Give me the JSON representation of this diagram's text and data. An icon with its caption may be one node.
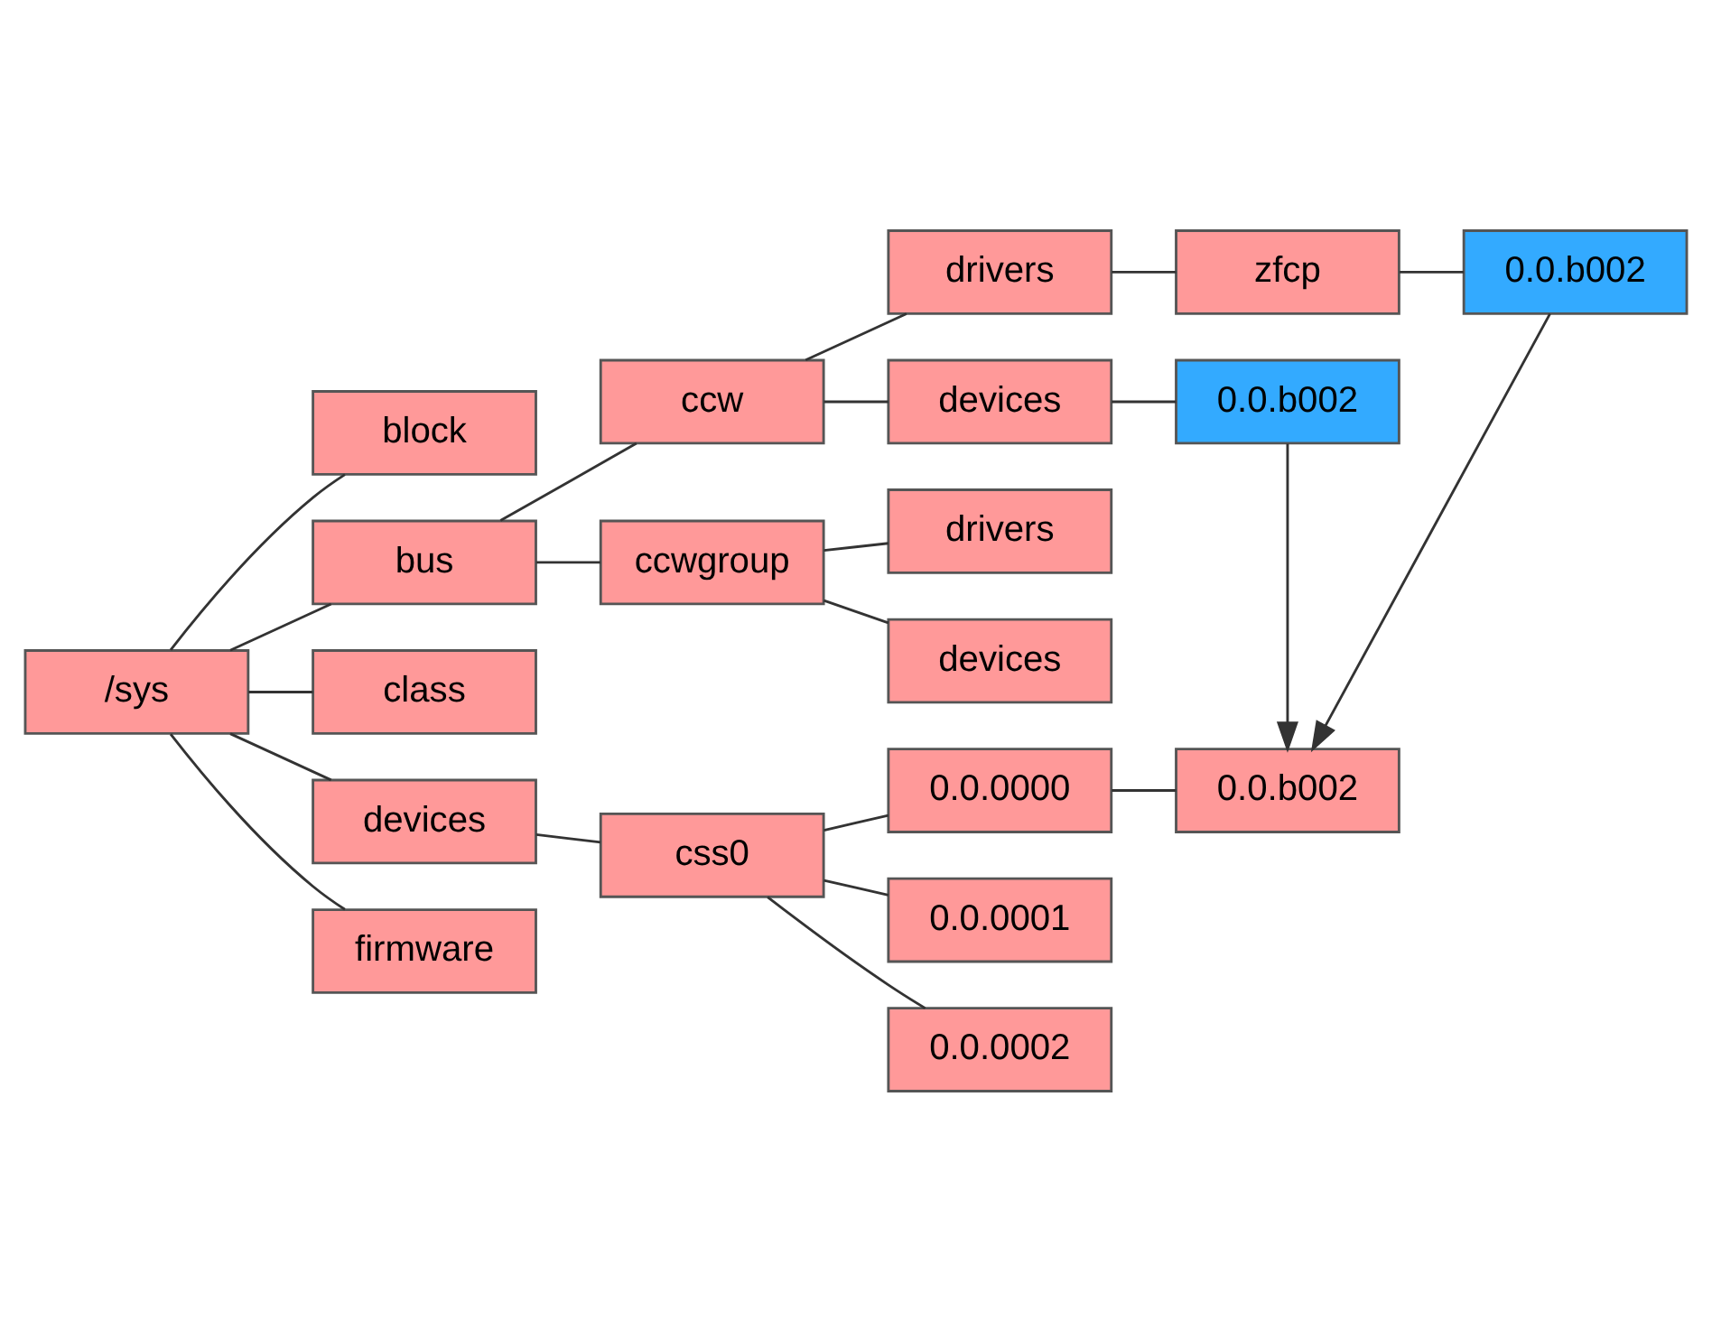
{
  "diagram": {
    "nodes": [
      {
        "text": [
          "/sys"
        ]
      },
      {
        "text": [
          "block"
        ]
      },
      {
        "text": [
          "bus"
        ]
      },
      {
        "text": [
          "class"
        ]
      },
      {
        "text": [
          "devices"
        ]
      },
      {
        "text": [
          "firmware"
        ]
      },
      {
        "text": [
          "ccw"
        ]
      },
      {
        "text": [
          "ccwgroup"
        ]
      },
      {
        "text": [
          "drivers"
        ]
      },
      {
        "text": [
          "devices"
        ]
      },
      {
        "text": [
          "zfcp"
        ]
      },
      {
        "text": [
          "0.0.b002"
        ]
      },
      {
        "text": [
          "0.0.b002"
        ]
      },
      {
        "text": [
          "drivers"
        ]
      },
      {
        "text": [
          "devices"
        ]
      },
      {
        "text": [
          "css0"
        ]
      },
      {
        "text": [
          "0.0.0000"
        ]
      },
      {
        "text": [
          "0.0.0001"
        ]
      },
      {
        "text": [
          "0.0.0002"
        ]
      },
      {
        "text": [
          "0.0.b002"
        ]
      }
    ],
    "edges": [
      {
        "from": 0,
        "to": 1,
        "arrow": "none"
      },
      {
        "from": 0,
        "to": 2,
        "arrow": "none"
      },
      {
        "from": 0,
        "to": 3,
        "arrow": "none"
      },
      {
        "from": 0,
        "to": 4,
        "arrow": "none"
      },
      {
        "from": 0,
        "to": 5,
        "arrow": "none"
      },
      {
        "from": 2,
        "to": 6,
        "arrow": "none"
      },
      {
        "from": 2,
        "to": 7,
        "arrow": "none"
      },
      {
        "from": 6,
        "to": 8,
        "arrow": "none"
      },
      {
        "from": 6,
        "to": 9,
        "arrow": "none"
      },
      {
        "from": 8,
        "to": 10,
        "arrow": "none"
      },
      {
        "from": 10,
        "to": 11,
        "arrow": "none"
      },
      {
        "from": 9,
        "to": 12,
        "arrow": "none"
      },
      {
        "from": 7,
        "to": 13,
        "arrow": "none"
      },
      {
        "from": 7,
        "to": 14,
        "arrow": "none"
      },
      {
        "from": 4,
        "to": 15,
        "arrow": "none"
      },
      {
        "from": 15,
        "to": 16,
        "arrow": "none"
      },
      {
        "from": 15,
        "to": 17,
        "arrow": "none"
      },
      {
        "from": 15,
        "to": 18,
        "arrow": "none"
      },
      {
        "from": 16,
        "to": 19,
        "arrow": "none"
      },
      {
        "from": 12,
        "to": 19,
        "arrow": "to"
      },
      {
        "from": 11,
        "to": 19,
        "arrow": "to"
      }
    ]
  }
}
